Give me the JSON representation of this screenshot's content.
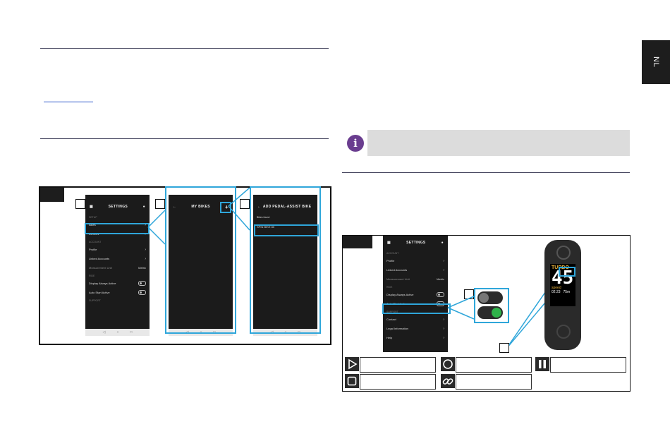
{
  "side_tab": {
    "label": "NL"
  },
  "figure_left": {
    "phone1": {
      "title": "SETTINGS",
      "sections": [
        "SETUP",
        "ACCOUNT",
        "RIDE",
        "SUPPORT"
      ],
      "rows_setup": [
        "Bikes",
        "Devices"
      ],
      "rows_account": [
        "Profile",
        "Linked Accounts"
      ],
      "measurement_label": "Measurement Unit",
      "measurement_value": "Metric",
      "rows_ride": [
        "Display Always Active",
        "Auto Start Active"
      ]
    },
    "phone2": {
      "title": "MY BIKES"
    },
    "phone3": {
      "title": "ADD PEDAL-ASSIST BIKE",
      "subtitle": "Bikes found",
      "item": "SPIN BIKE 80"
    }
  },
  "figure_right": {
    "phone": {
      "title": "SETTINGS",
      "sections": [
        "ACCOUNT",
        "RIDE",
        "SUPPORT"
      ],
      "rows_account": [
        "Profile",
        "Linked Accounts"
      ],
      "measurement_label": "Measurement Unit",
      "measurement_value": "Metric",
      "rows_ride": [
        "Display Always Active",
        "Auto Start Active"
      ],
      "rows_support": [
        "Contact",
        "Legal Information",
        "Help"
      ]
    },
    "tracker": {
      "brand": "TURBO",
      "value": "45",
      "unit": "speed",
      "time": "02:23",
      "extra": "75m"
    }
  },
  "legend": {
    "icons": [
      "play-icon",
      "circle-icon",
      "pause-icon",
      "stop-icon",
      "link-icon"
    ]
  }
}
